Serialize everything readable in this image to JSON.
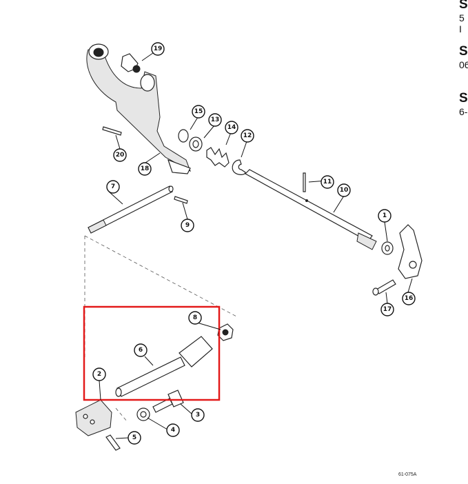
{
  "side_sections": [
    {
      "heading": "S",
      "sub": "5 I"
    },
    {
      "heading": "S",
      "sub": "06"
    },
    {
      "heading": "S",
      "sub": "6-"
    }
  ],
  "figure_code": "61-075A",
  "callouts": {
    "c1": "1",
    "c2": "2",
    "c3": "3",
    "c4": "4",
    "c5": "5",
    "c6": "6",
    "c7": "7",
    "c8": "8",
    "c9": "9",
    "c10": "10",
    "c11": "11",
    "c12": "12",
    "c13": "13",
    "c14": "14",
    "c15": "15",
    "c16": "16",
    "c17": "17",
    "c18": "18",
    "c19": "19",
    "c20": "20"
  },
  "highlight_color": "#e31919"
}
